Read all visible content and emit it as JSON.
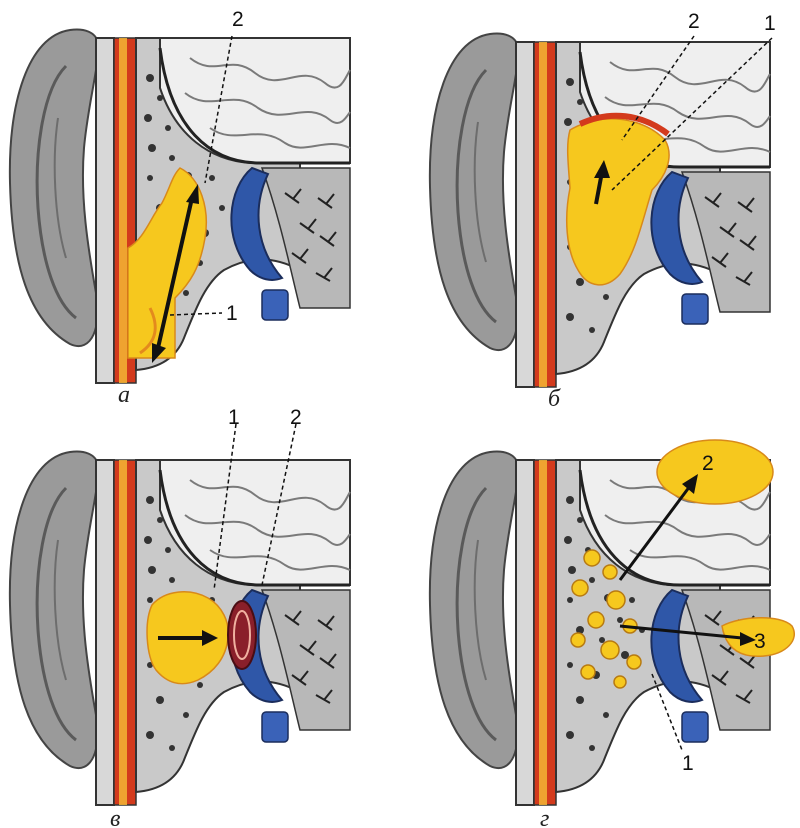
{
  "panels": [
    {
      "id": "a",
      "caption": "а",
      "labels": [
        "2",
        "1"
      ],
      "pus_color": "#f6c81e",
      "colors": {
        "bone": "#c9c9c9",
        "sinus": "#2f57a8",
        "muscle": "#d33a1c"
      }
    },
    {
      "id": "b",
      "caption": "б",
      "labels": [
        "2",
        "1"
      ],
      "pus_color": "#f6c81e",
      "colors": {
        "bone": "#c9c9c9",
        "sinus": "#2f57a8",
        "muscle": "#d33a1c"
      }
    },
    {
      "id": "v",
      "caption": "в",
      "labels": [
        "1",
        "2"
      ],
      "pus_color": "#f6c81e",
      "colors": {
        "bone": "#c9c9c9",
        "sinus": "#2f57a8",
        "muscle": "#d33a1c"
      }
    },
    {
      "id": "g",
      "caption": "г",
      "labels": [
        "2",
        "3",
        "1"
      ],
      "pus_color": "#f6c81e",
      "colors": {
        "bone": "#c9c9c9",
        "sinus": "#2f57a8",
        "muscle": "#d33a1c"
      }
    }
  ]
}
